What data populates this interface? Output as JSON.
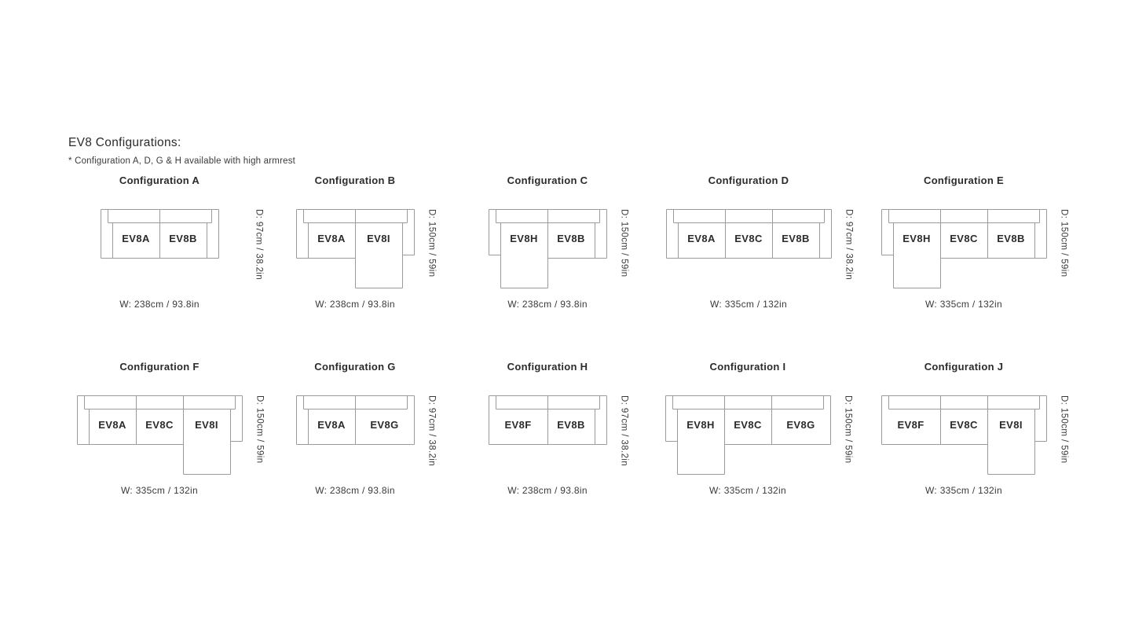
{
  "page": {
    "heading": "EV8 Configurations:",
    "note": "* Configuration A, D, G & H available with high armrest"
  },
  "colors": {
    "background": "#ffffff",
    "line": "#9b9b9b",
    "text_dark": "#2b2b2b",
    "text_dim": "#3a3a3a"
  },
  "module_shapes": {
    "EV8A": "left-armrest",
    "EV8B": "right-armrest",
    "EV8C": "armless-middle",
    "EV8F": "open-end-left",
    "EV8G": "open-end-right",
    "EV8H": "chaise-left",
    "EV8I": "chaise-right"
  },
  "configurations": [
    {
      "id": "A",
      "title": "Configuration A",
      "modules": [
        "EV8A",
        "EV8B"
      ],
      "depth_label": "D: 97cm / 38.2in",
      "width_label": "W: 238cm / 93.8in"
    },
    {
      "id": "B",
      "title": "Configuration B",
      "modules": [
        "EV8A",
        "EV8I"
      ],
      "depth_label": "D: 150cm / 59in",
      "width_label": "W: 238cm / 93.8in"
    },
    {
      "id": "C",
      "title": "Configuration C",
      "modules": [
        "EV8H",
        "EV8B"
      ],
      "depth_label": "D: 150cm / 59in",
      "width_label": "W: 238cm / 93.8in"
    },
    {
      "id": "D",
      "title": "Configuration D",
      "modules": [
        "EV8A",
        "EV8C",
        "EV8B"
      ],
      "depth_label": "D: 97cm / 38.2in",
      "width_label": "W: 335cm / 132in"
    },
    {
      "id": "E",
      "title": "Configuration E",
      "modules": [
        "EV8H",
        "EV8C",
        "EV8B"
      ],
      "depth_label": "D: 150cm / 59in",
      "width_label": "W: 335cm / 132in"
    },
    {
      "id": "F",
      "title": "Configuration F",
      "modules": [
        "EV8A",
        "EV8C",
        "EV8I"
      ],
      "depth_label": "D: 150cm / 59in",
      "width_label": "W: 335cm / 132in"
    },
    {
      "id": "G",
      "title": "Configuration G",
      "modules": [
        "EV8A",
        "EV8G"
      ],
      "depth_label": "D: 97cm / 38.2in",
      "width_label": "W: 238cm / 93.8in"
    },
    {
      "id": "H",
      "title": "Configuration H",
      "modules": [
        "EV8F",
        "EV8B"
      ],
      "depth_label": "D: 97cm / 38.2in",
      "width_label": "W: 238cm / 93.8in"
    },
    {
      "id": "I",
      "title": "Configuration I",
      "modules": [
        "EV8H",
        "EV8C",
        "EV8G"
      ],
      "depth_label": "D: 150cm / 59in",
      "width_label": "W: 335cm / 132in"
    },
    {
      "id": "J",
      "title": "Configuration J",
      "modules": [
        "EV8F",
        "EV8C",
        "EV8I"
      ],
      "depth_label": "D: 150cm / 59in",
      "width_label": "W: 335cm / 132in"
    }
  ]
}
